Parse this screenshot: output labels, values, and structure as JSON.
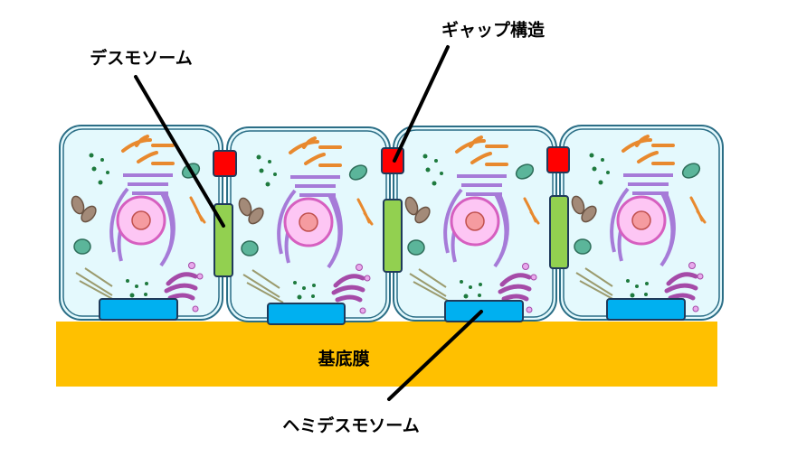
{
  "labels": {
    "desmosome": "デスモソーム",
    "gap_junction": "ギャップ構造",
    "basement_membrane": "基底膜",
    "hemidesmosome": "ヘミデスモソーム"
  },
  "colors": {
    "basement_membrane": "#FFC000",
    "gap_junction": "#FF0000",
    "desmosome": "#92D050",
    "hemidesmosome": "#00B0F0",
    "cytoplasm": "#E4F9FD",
    "membrane": "#2B6E86"
  }
}
